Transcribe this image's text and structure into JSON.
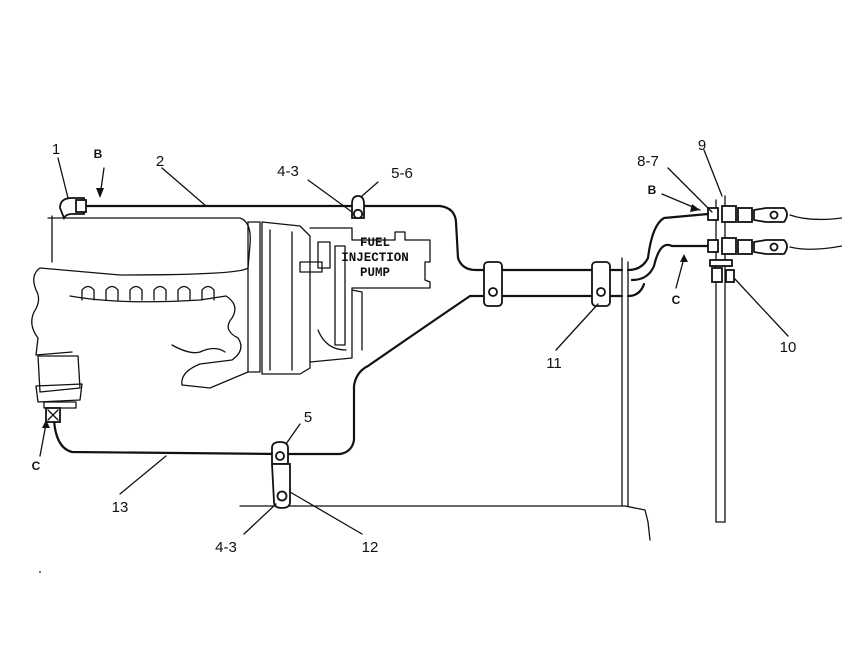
{
  "pump_label": [
    "FUEL",
    "INJECTION",
    "PUMP"
  ],
  "callouts": {
    "c1": "1",
    "c2": "2",
    "c4_3_top": "4-3",
    "c5_6": "5-6",
    "c8_7": "8-7",
    "c9": "9",
    "c10": "10",
    "c11": "11",
    "c5_bottom": "5",
    "c4_3_bottom": "4-3",
    "c12": "12",
    "c13": "13"
  },
  "line_letters": {
    "b_left": "B",
    "b_right": "B",
    "c_left": "C",
    "c_right": "C"
  }
}
